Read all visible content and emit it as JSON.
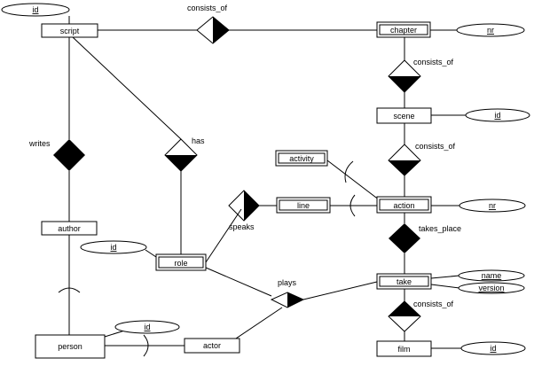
{
  "entities": {
    "script": "script",
    "chapter": "chapter",
    "scene": "scene",
    "activity": "activity",
    "line": "line",
    "action": "action",
    "author": "author",
    "role": "role",
    "take": "take",
    "person": "person",
    "actor": "actor",
    "film": "film"
  },
  "relationships": {
    "script_chapter": "consists_of",
    "chapter_scene": "consists_of",
    "scene_action": "consists_of",
    "writes": "writes",
    "has": "has",
    "speaks": "speaks",
    "takes_place": "takes_place",
    "plays": "plays",
    "take_film": "consists_of"
  },
  "attributes": {
    "script_id": "id",
    "chapter_nr": "nr",
    "scene_id": "id",
    "action_nr": "nr",
    "role_id": "id",
    "take_name": "name",
    "take_version": "version",
    "person_id": "id",
    "film_id": "id"
  }
}
